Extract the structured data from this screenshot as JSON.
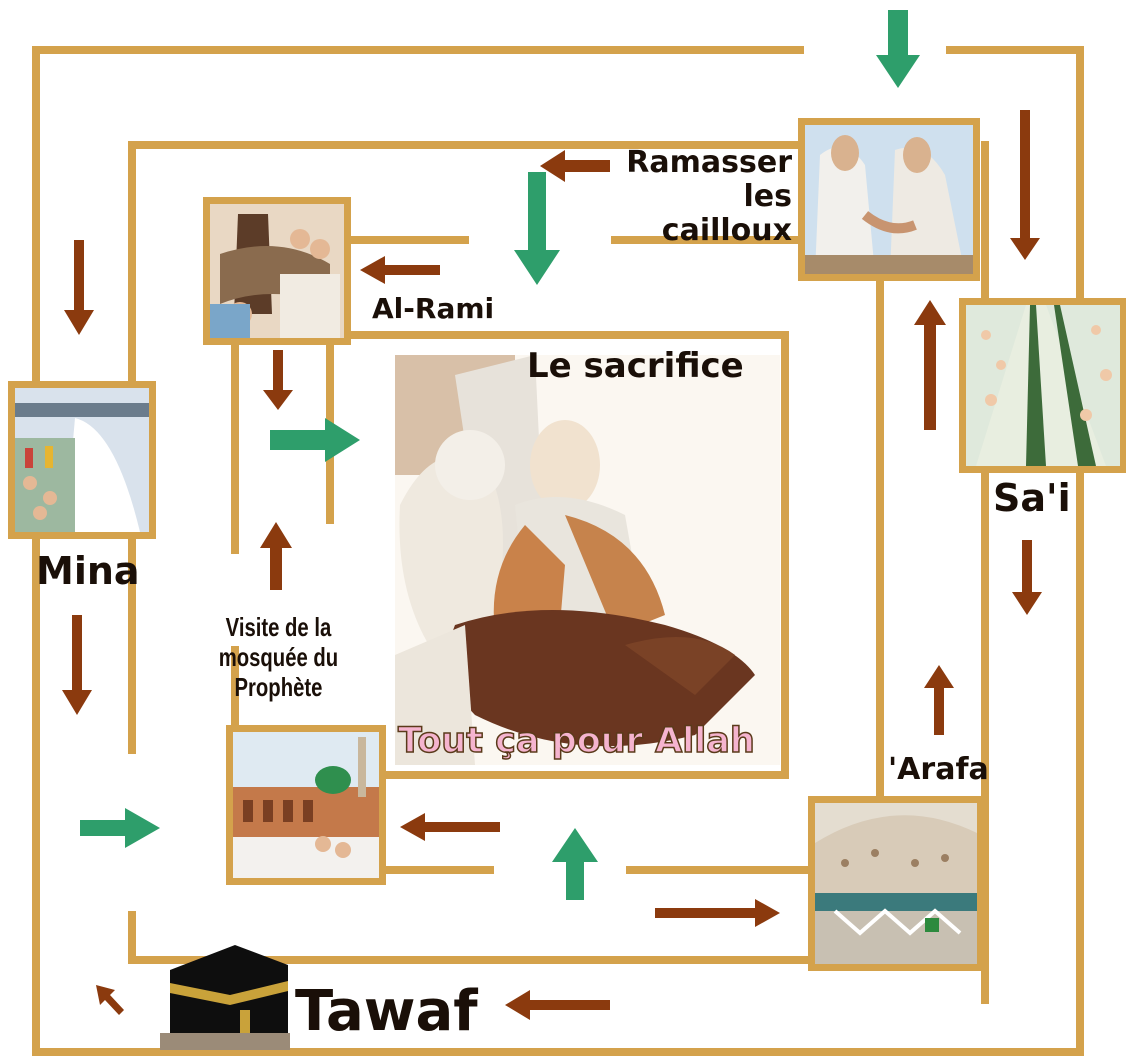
{
  "title": "",
  "steps": {
    "ramasser": "Ramasser\nles cailloux",
    "al_rami": "Al-Rami",
    "sacrifice": "Le sacrifice",
    "tout_ca": "Tout ça pour Allah",
    "sai": "Sa'i",
    "mina": "Mina",
    "visite": "Visite de la\nmosquée du\nProphète",
    "arafa": "'Arafa",
    "tawaf": "Tawaf"
  },
  "colors": {
    "path": "#d4a24c",
    "arrow_primary": "#2e9e6b",
    "arrow_secondary": "#8b3a0e",
    "pink_text": "#f5b4cf"
  }
}
